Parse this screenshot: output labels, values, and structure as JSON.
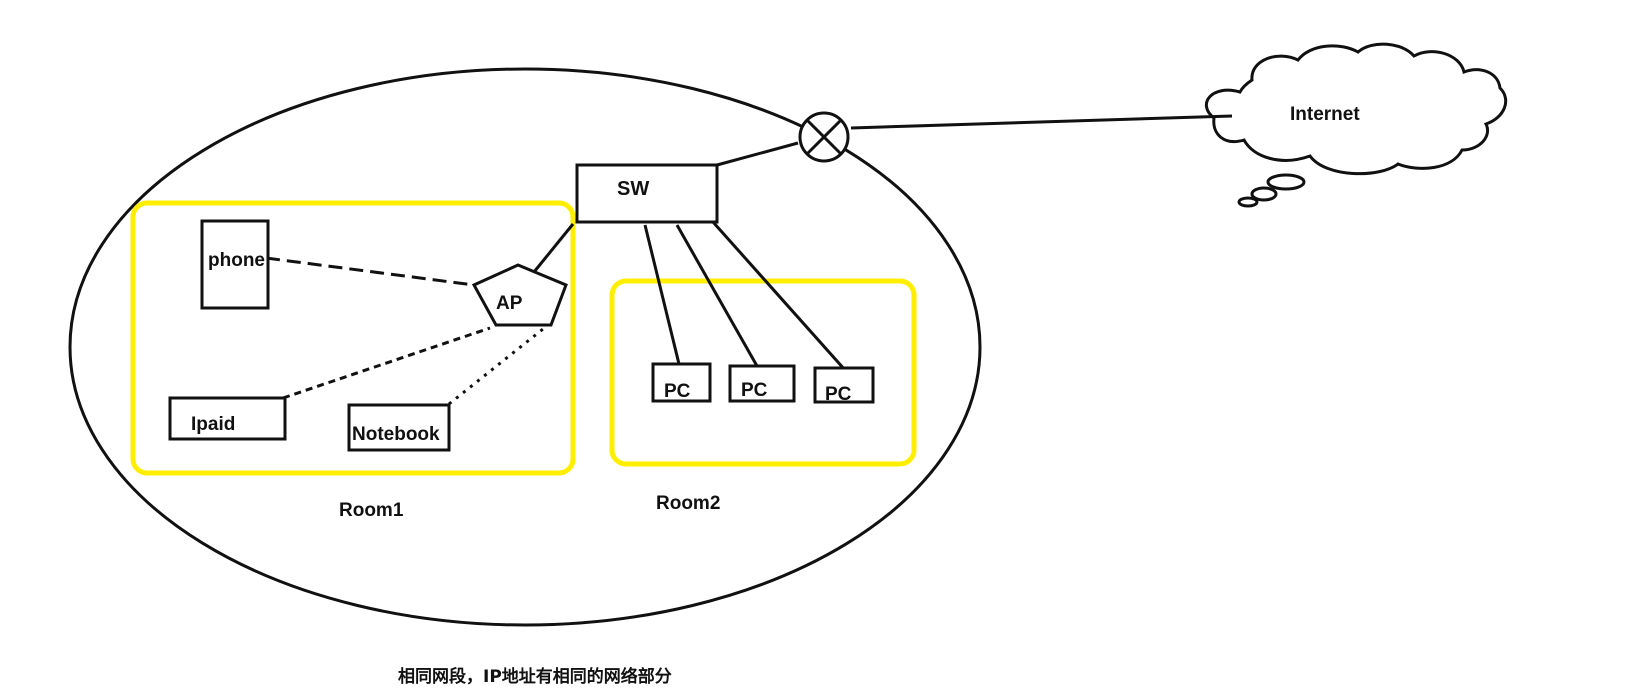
{
  "labels": {
    "internet": "Internet",
    "switch": "SW",
    "access_point": "AP",
    "phone": "phone",
    "ipad": "Ipaid",
    "notebook": "Notebook",
    "pc": [
      "PC",
      "PC",
      "PC"
    ],
    "room1": "Room1",
    "room2": "Room2"
  },
  "caption": "相同网段，IP地址有相同的网络部分",
  "colors": {
    "room_highlight": "#ffee00",
    "line": "#111111",
    "background": "#ffffff"
  }
}
